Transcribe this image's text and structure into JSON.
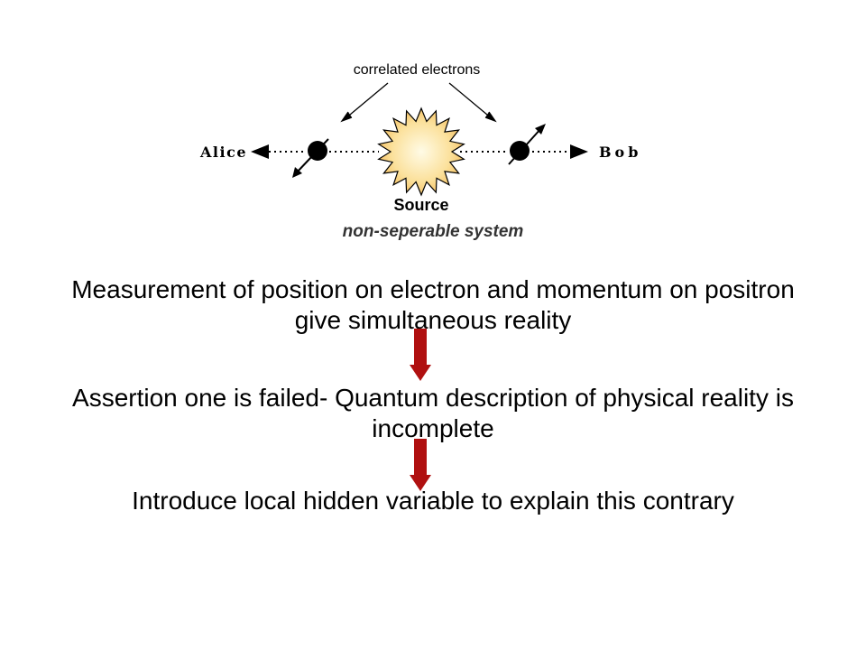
{
  "diagram": {
    "correlated_label": "correlated electrons",
    "alice_label": "Alice",
    "bob_label": "Bob",
    "source_label": "Source",
    "caption": "non-seperable system"
  },
  "statements": [
    "Measurement of position on electron and momentum on positron give simultaneous reality",
    "Assertion one is failed- Quantum description of physical reality is incomplete",
    "Introduce local hidden variable to explain this contrary"
  ],
  "colors": {
    "arrow_red": "#b01010",
    "source_glow_center": "#fffbe6",
    "source_glow_edge": "#f5c46a",
    "caption": "#333333"
  },
  "icons": [
    "down-arrow-icon",
    "source-starburst-icon",
    "electron-icon"
  ]
}
